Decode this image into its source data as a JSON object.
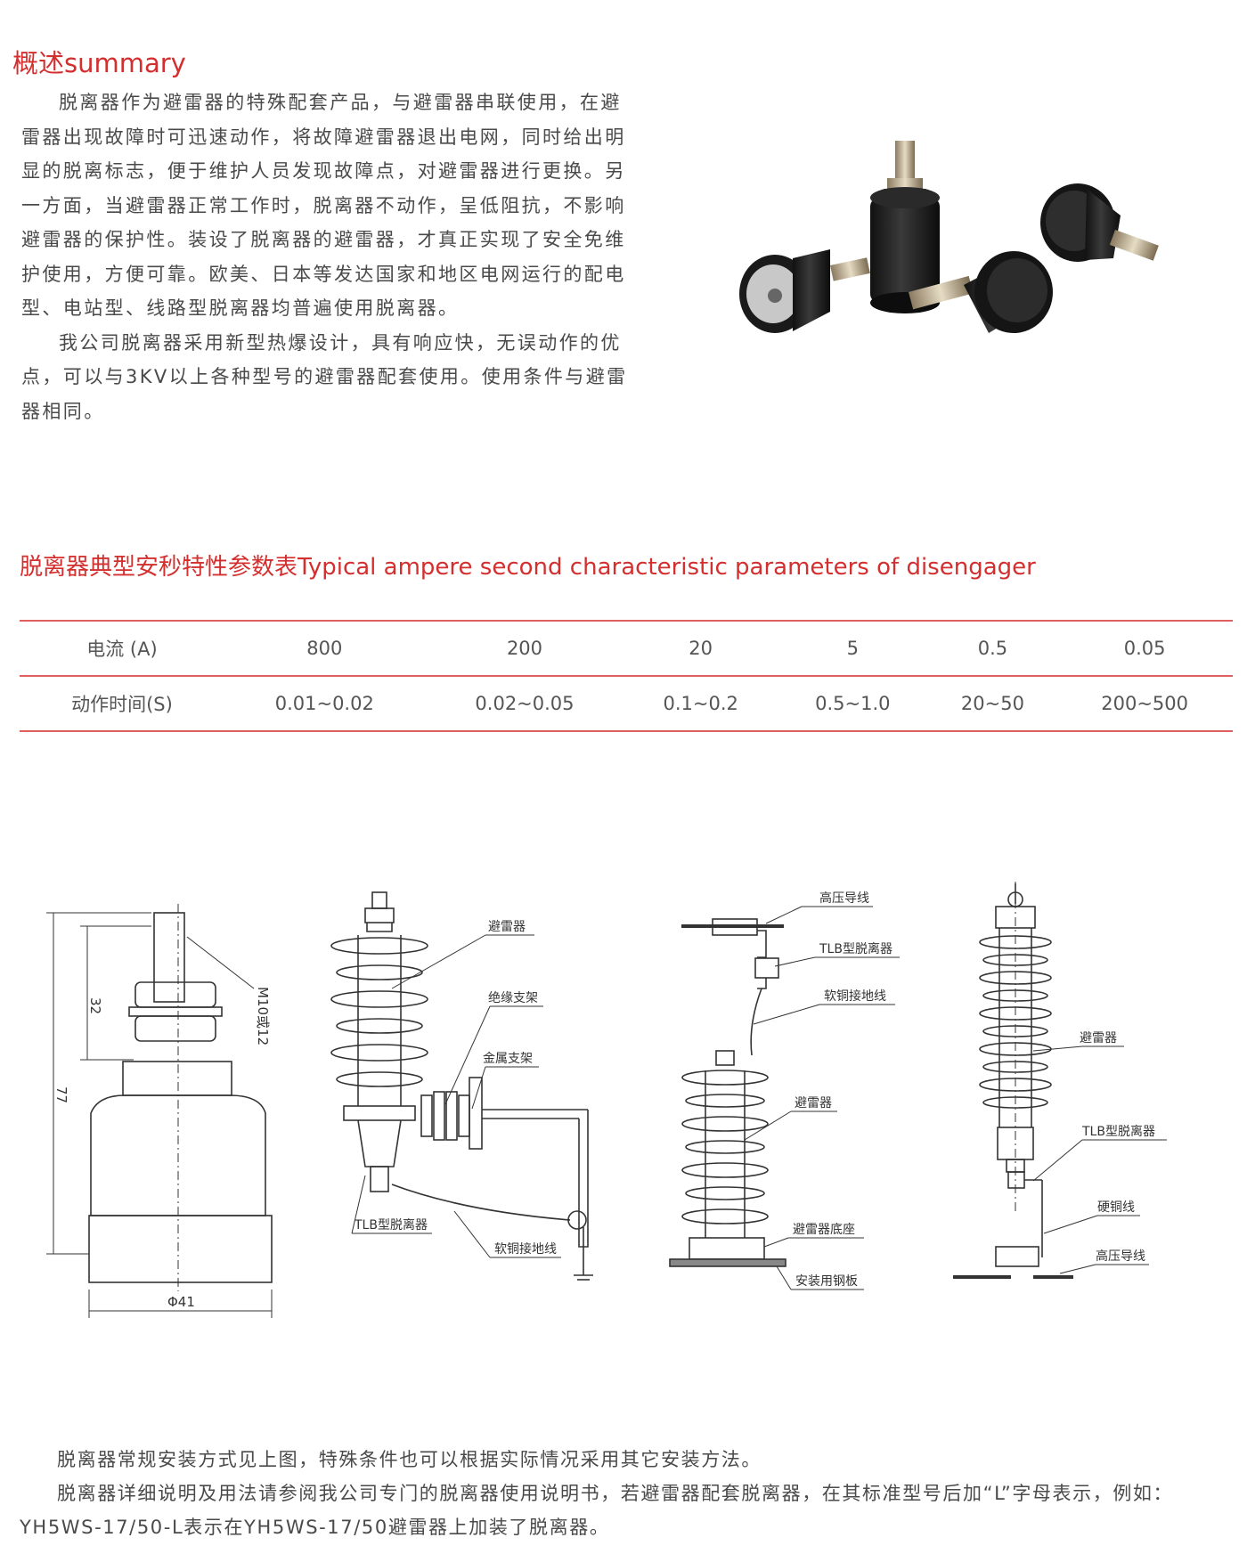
{
  "summary": {
    "title": "概述summary",
    "paragraphs": [
      "脱离器作为避雷器的特殊配套产品，与避雷器串联使用，在避雷器出现故障时可迅速动作，将故障避雷器退出电网，同时给出明显的脱离标志，便于维护人员发现故障点，对避雷器进行更换。另一方面，当避雷器正常工作时，脱离器不动作，呈低阻抗，不影响避雷器的保护性。装设了脱离器的避雷器，才真正实现了安全免维护使用，方便可靠。欧美、日本等发达国家和地区电网运行的配电型、电站型、线路型脱离器均普遍使用脱离器。",
      "我公司脱离器采用新型热爆设计，具有响应快，无误动作的优点，可以与3KV以上各种型号的避雷器配套使用。使用条件与避雷器相同。"
    ]
  },
  "params": {
    "title": "脱离器典型安秒特性参数表Typical ampere second characteristic parameters of disengager",
    "rows": [
      [
        "电流 (A)",
        "800",
        "200",
        "20",
        "5",
        "0.5",
        "0.05"
      ],
      [
        "动作时间(S)",
        "0.01~0.02",
        "0.02~0.05",
        "0.1~0.2",
        "0.5~1.0",
        "20~50",
        "200~500"
      ]
    ]
  },
  "drawing1": {
    "dim_height": "77",
    "dim_stud": "32",
    "dim_diameter": "Φ41",
    "thread": "M10或12"
  },
  "drawing2": {
    "arrester": "避雷器",
    "insulating_bracket": "绝缘支架",
    "metal_bracket": "金属支架",
    "disconnector": "TLB型脱离器",
    "ground_wire": "软铜接地线"
  },
  "drawing3": {
    "hv_line": "高压导线",
    "disconnector": "TLB型脱离器",
    "ground_wire": "软铜接地线",
    "arrester": "避雷器",
    "base": "避雷器底座",
    "plate": "安装用钢板"
  },
  "drawing4": {
    "arrester": "避雷器",
    "disconnector": "TLB型脱离器",
    "hard_wire": "硬铜线",
    "hv_line": "高压导线"
  },
  "notes": [
    "脱离器常规安装方式见上图，特殊条件也可以根据实际情况采用其它安装方法。",
    "脱离器详细说明及用法请参阅我公司专门的脱离器使用说明书，若避雷器配套脱离器，在其标准型号后加“L”字母表示，例如：YH5WS-17/50-L表示在YH5WS-17/50避雷器上加装了脱离器。"
  ]
}
